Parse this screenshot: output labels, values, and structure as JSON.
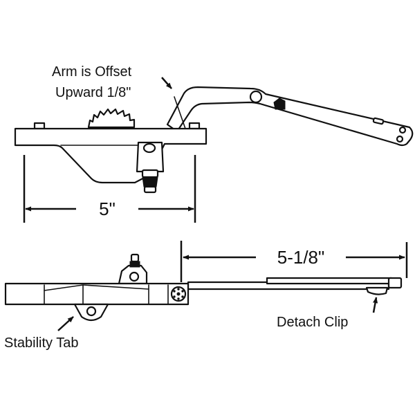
{
  "labels": {
    "arm_offset_line1": "Arm is Offset",
    "arm_offset_line2": "Upward 1/8\"",
    "stability_tab": "Stability Tab",
    "detach_clip": "Detach Clip"
  },
  "dimensions": {
    "base_length": "5\"",
    "arm_length": "5-1/8\""
  },
  "colors": {
    "ink": "#111111",
    "background": "#ffffff"
  }
}
